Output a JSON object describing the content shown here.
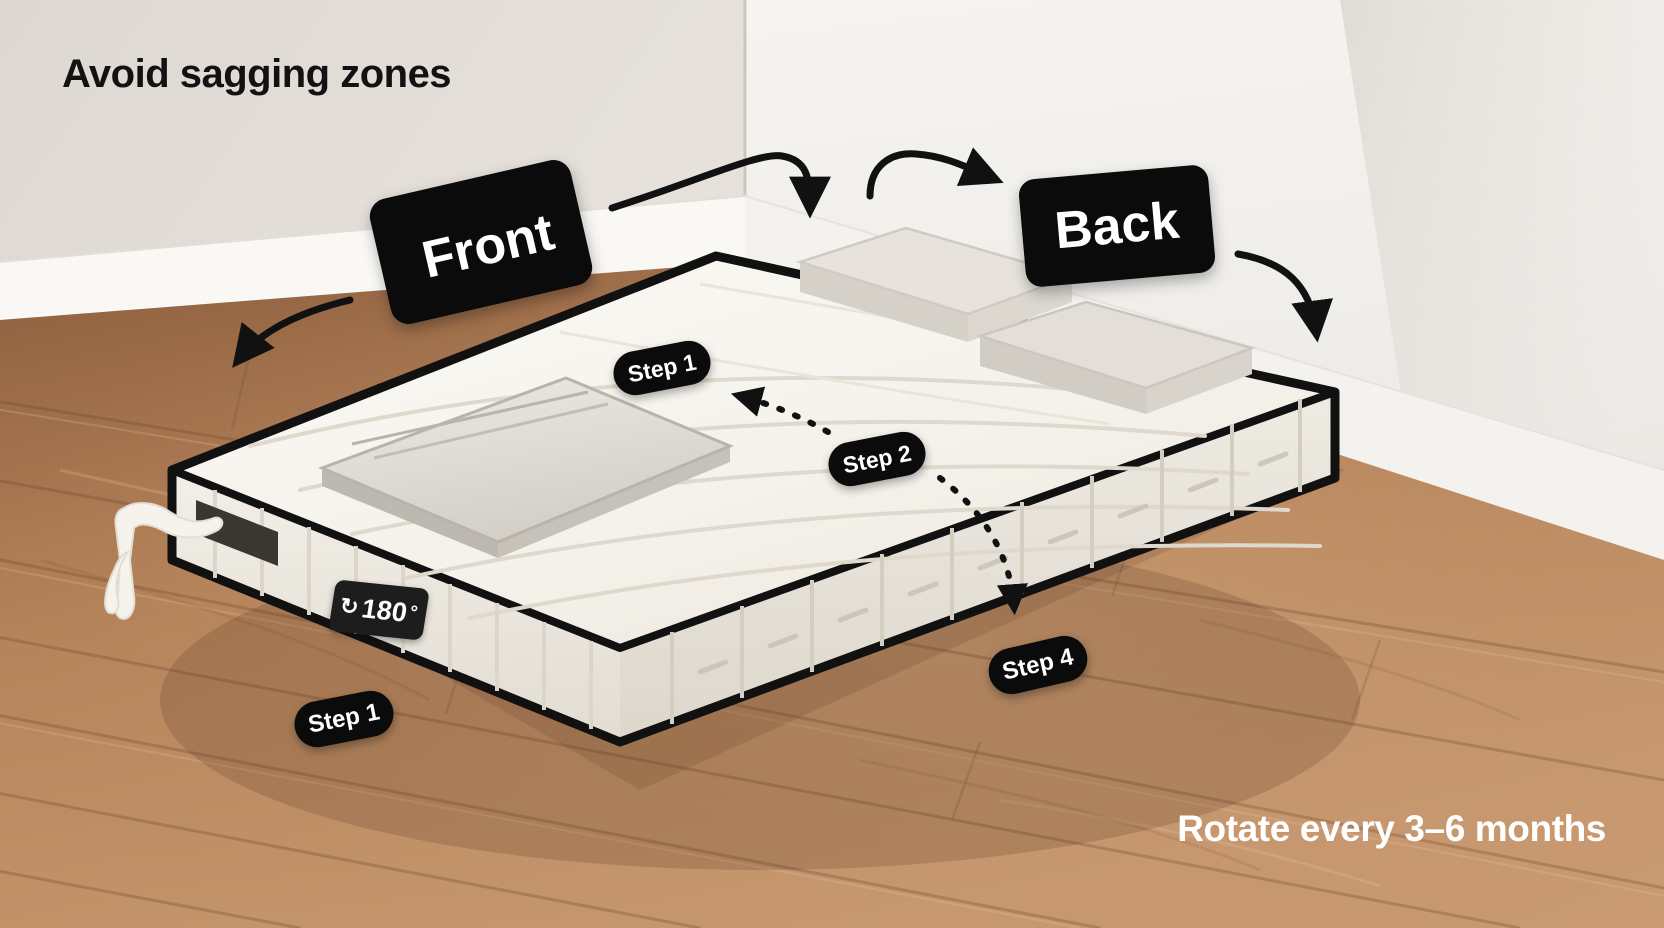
{
  "scene": {
    "title": "Avoid sagging zones",
    "footnote": "Rotate every 3–6 months",
    "subject": "mattress-rotation-instruction-illustration"
  },
  "labels": {
    "front": "Front",
    "back": "Back"
  },
  "steps": [
    {
      "id": "step1-top",
      "label": "Step 1"
    },
    {
      "id": "step2",
      "label": "Step 2"
    },
    {
      "id": "step4",
      "label": "Step 4"
    },
    {
      "id": "step1-bottom",
      "label": "Step 1"
    }
  ],
  "rotation_badge": {
    "icon": "rotate-180-icon",
    "value": "180",
    "degree_symbol": "°"
  },
  "colors": {
    "wall_light": "#f3f0ec",
    "wall_shadow": "#d8d2cb",
    "baseboard": "#f7f5f2",
    "floor_dark": "#8a5c3c",
    "floor_mid": "#b07f58",
    "floor_light": "#cfa37c",
    "mattress_white": "#f7f4ef",
    "mattress_shade": "#e6e1d9",
    "pillow_gray": "#cfcbc4",
    "badge_black": "#0b0b0b",
    "text_white": "#ffffff",
    "text_black": "#121212"
  },
  "arrows": [
    {
      "name": "front-label-to-mattress",
      "style": "solid-curve"
    },
    {
      "name": "front-label-to-floor",
      "style": "solid-curve"
    },
    {
      "name": "arrow-to-back-label",
      "style": "solid-curve"
    },
    {
      "name": "back-label-to-floor",
      "style": "solid-curve"
    },
    {
      "name": "step2-to-step1",
      "style": "dotted"
    },
    {
      "name": "step2-to-step4",
      "style": "dotted"
    }
  ]
}
